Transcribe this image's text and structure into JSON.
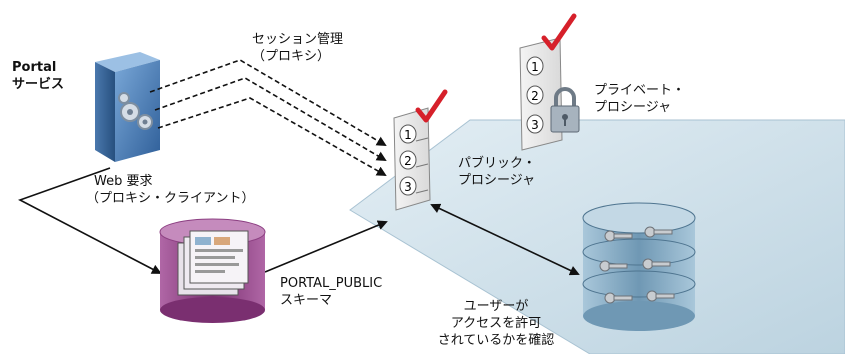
{
  "portal_service": {
    "line1": "Portal",
    "line2": "サービス"
  },
  "session_mgmt": {
    "line1": "セッション管理",
    "line2": "（プロキシ）"
  },
  "web_request": {
    "line1": "Web 要求",
    "line2": "（プロキシ・クライアント）"
  },
  "private_proc": {
    "line1": "プライベート・",
    "line2": "プロシージャ"
  },
  "public_proc": {
    "line1": "パブリック・",
    "line2": "プロシージャ"
  },
  "schema": {
    "line1": "PORTAL_PUBLIC",
    "line2": "スキーマ"
  },
  "access_check": {
    "line1": "ユーザーが",
    "line2": "アクセスを許可",
    "line3": "されているかを確認"
  },
  "list_numbers": [
    "1",
    "2",
    "3"
  ],
  "colors": {
    "platform": "#cfe0ea",
    "server_blue": "#4f86c0",
    "db_purple": "#9a4a8d",
    "db_blue": "#8fb3c9",
    "check_red": "#d6202a"
  }
}
